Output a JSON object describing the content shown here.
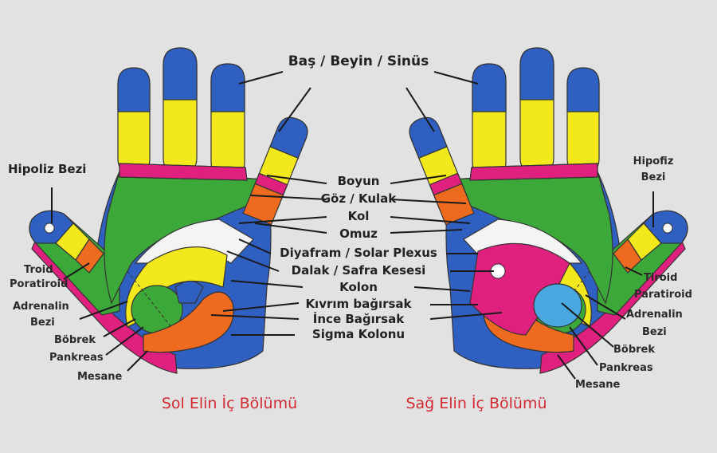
{
  "labels": {
    "head": "Baş / Beyin / Sinüs",
    "neck": "Boyun",
    "eye_ear": "Göz / Kulak",
    "arm": "Kol",
    "shoulder": "Omuz",
    "diaphragm": "Diyafram / Solar Plexus",
    "spleen_gall": "Dalak / Safra Kesesi",
    "colon": "Kolon",
    "small_intestine_fold": "Kıvrım bağırsak",
    "small_intestine": "İnce Bağırsak",
    "sigmoid": "Sigma Kolonu"
  },
  "left_hand": {
    "title": "Sol Elin İç Bölümü",
    "pituitary": "Hipoliz Bezi",
    "thyroid": "Troid",
    "parathyroid": "Poratiroid",
    "adrenal_1": "Adrenalin",
    "adrenal_2": "Bezi",
    "kidney": "Böbrek",
    "pancreas": "Pankreas",
    "bladder": "Mesane"
  },
  "right_hand": {
    "title": "Sağ Elin İç Bölümü",
    "pituitary_1": "Hipofiz",
    "pituitary_2": "Bezi",
    "thyroid": "Tiroid",
    "parathyroid": "Paratiroid",
    "adrenal_1": "Adrenalin",
    "adrenal_2": "Bezi",
    "kidney": "Böbrek",
    "pancreas": "Pankreas",
    "bladder": "Mesane"
  },
  "colors": {
    "blue": "#2f5fc0",
    "yellow": "#f2e81c",
    "pink": "#e0207e",
    "green": "#3da83a",
    "orange": "#ee6a1e",
    "lightblue": "#4aa8e0",
    "title": "#d42a33"
  }
}
